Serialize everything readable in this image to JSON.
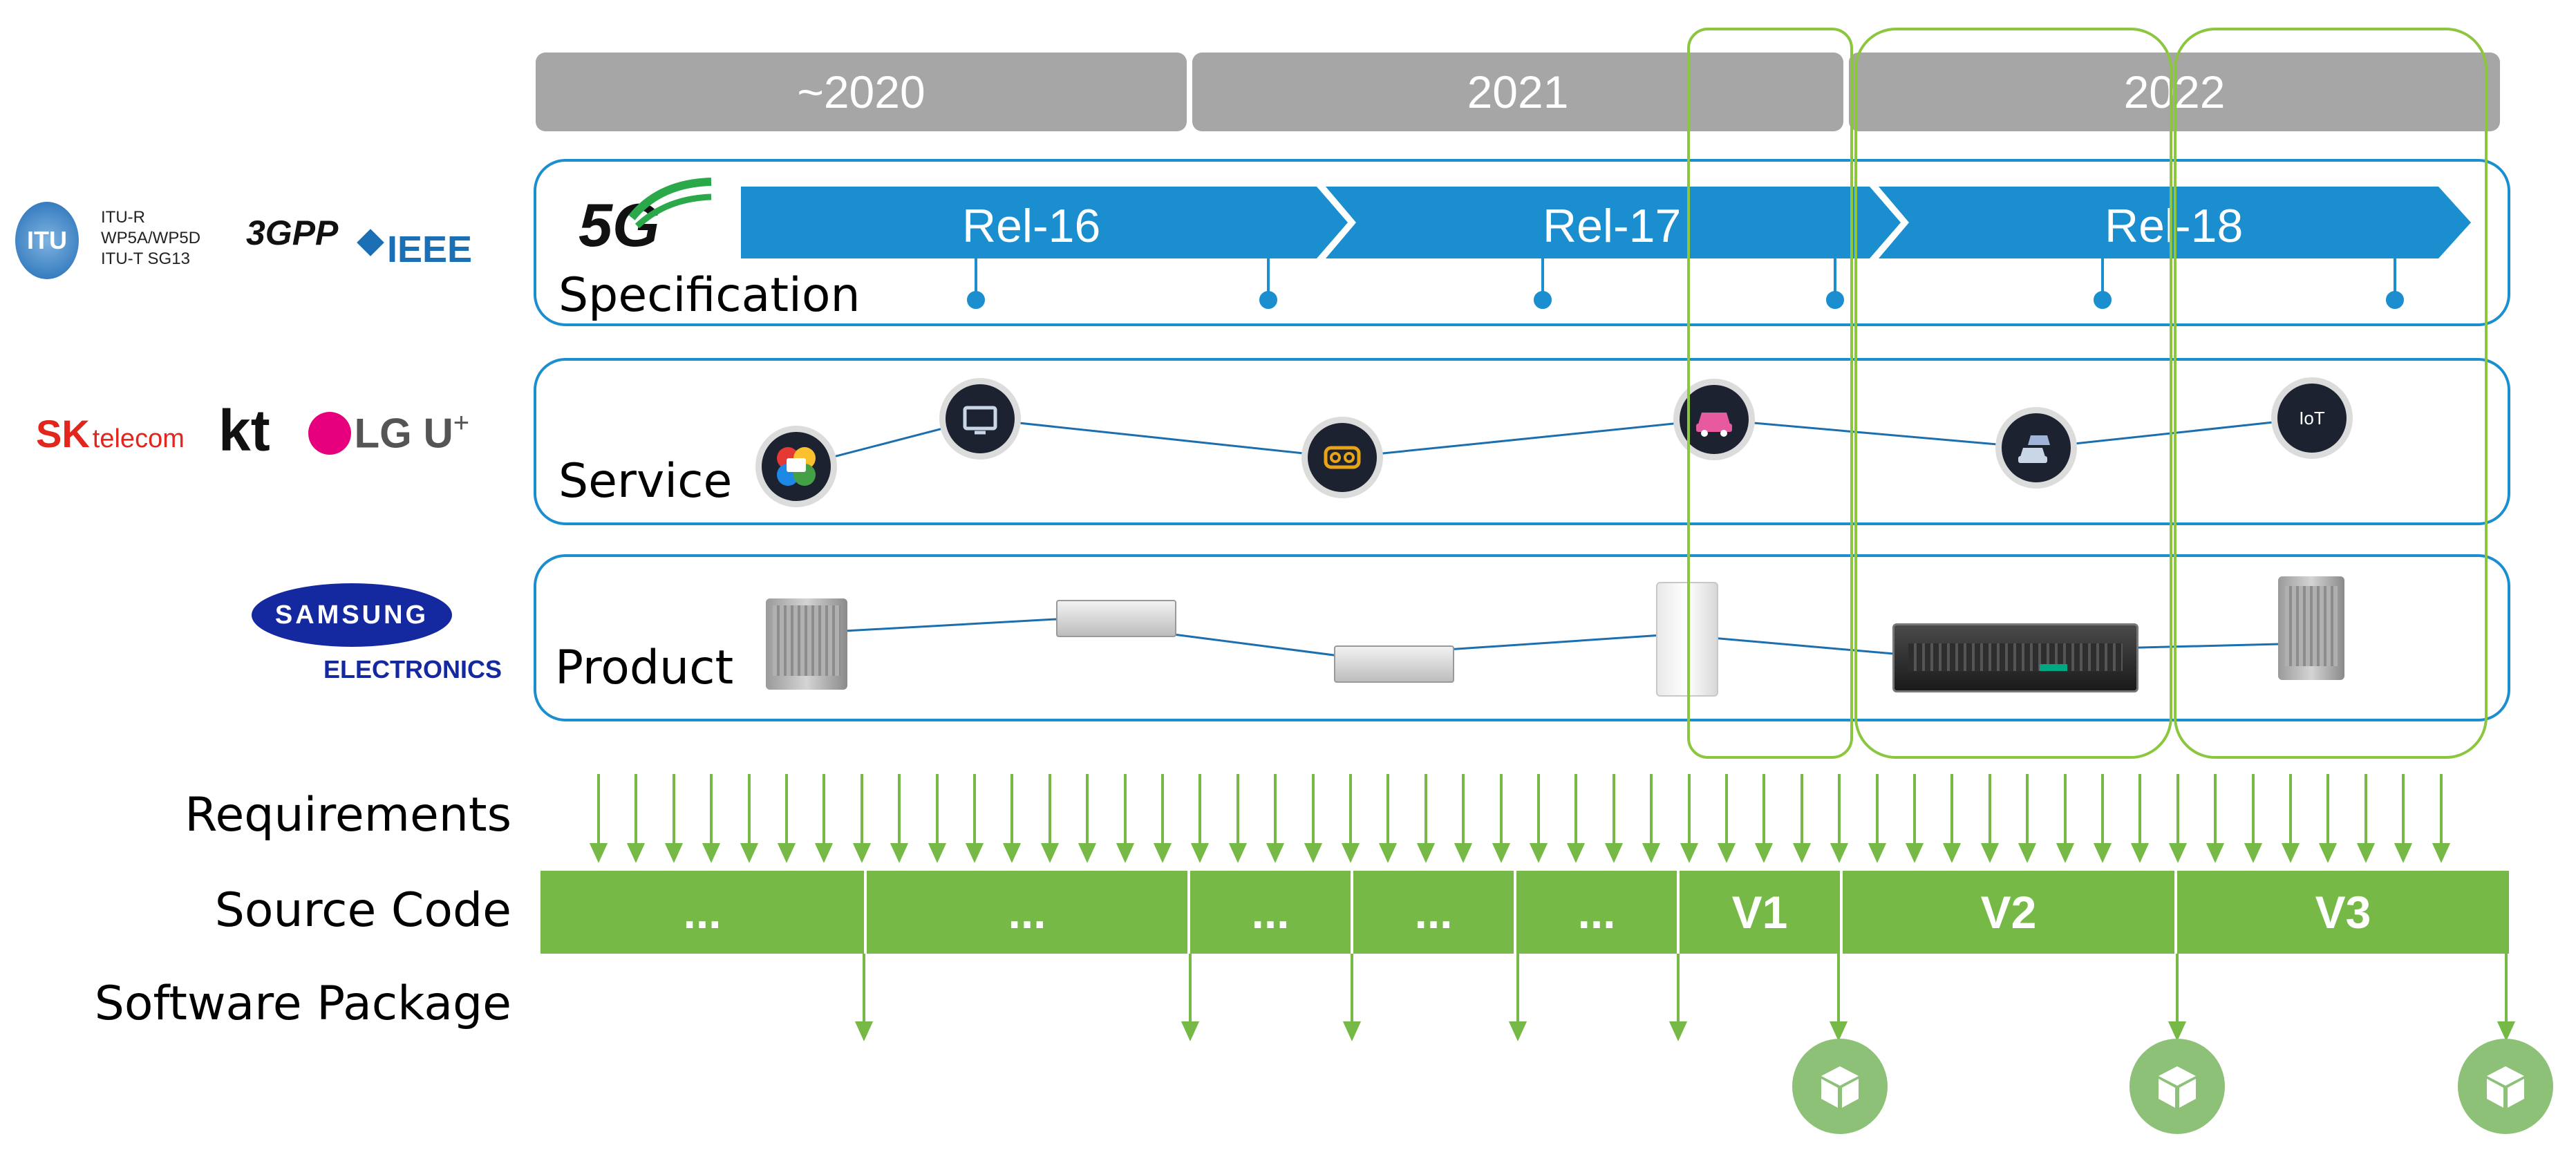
{
  "years": [
    "~2020",
    "2021",
    "2022"
  ],
  "rows": {
    "specification": "Specification",
    "service": "Service",
    "product": "Product"
  },
  "spec": {
    "badge": "5G",
    "releases": [
      "Rel-16",
      "Rel-17",
      "Rel-18"
    ]
  },
  "service": {
    "iot_label": "IoT",
    "icons": [
      "webrtc-icon",
      "tv-icon",
      "vr-headset-icon",
      "car-icon",
      "cars-icon",
      "iot-icon"
    ]
  },
  "product": {
    "items": [
      "outdoor-radio-unit",
      "rack-unit",
      "rack-unit",
      "indoor-unit",
      "server",
      "outdoor-radio-unit"
    ]
  },
  "logos": {
    "itu": "ITU",
    "itu_groups": "ITU-R\nWP5A/WP5D\nITU-T SG13",
    "threegpp": "3GPP",
    "ieee": "IEEE",
    "sk": "SK",
    "sk_telecom": "telecom",
    "kt": "kt",
    "lg": "LG U",
    "lg_plus": "+",
    "samsung": "SAMSUNG",
    "samsung_sub": "ELECTRONICS"
  },
  "pipeline": {
    "requirements": "Requirements",
    "source_code": "Source Code",
    "software_package": "Software Package",
    "segments": [
      "...",
      "...",
      "...",
      "...",
      "...",
      "V1",
      "V2",
      "V3"
    ]
  },
  "colors": {
    "year_bar": "#a6a6a6",
    "row_border": "#1b8ed0",
    "release_arrow": "#1b8ed0",
    "pipeline_green": "#76b947",
    "highlight_green": "#8cc63f",
    "package_green": "#8dc178"
  }
}
